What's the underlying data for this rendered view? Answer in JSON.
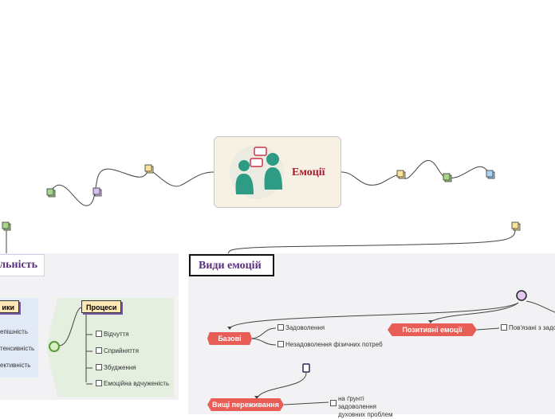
{
  "center": {
    "title": "Емоції"
  },
  "left_branch": {
    "title_fragment": "льність",
    "blue_group": {
      "title_fragment": "ики",
      "items": [
        "епішність",
        "тенсивність",
        "ективність"
      ]
    },
    "green_group": {
      "title": "Процеси",
      "items": [
        "Відчуття",
        "Сприйняття",
        "Збудження",
        "Емоційна вдчуженість"
      ]
    }
  },
  "right_branch": {
    "title": "Види емоцій",
    "nodes": {
      "bazovi": {
        "label": "Базові",
        "items": [
          "Задоволення",
          "Незадоволення фізичних потреб"
        ]
      },
      "pozytyvni": {
        "label": "Позитивні емоції",
        "items": [
          "Пов'язані з задо"
        ]
      },
      "vyshchi": {
        "label": "Вищі переживання",
        "items": [
          "на ґрунті задоволення духовних проблем"
        ]
      }
    }
  },
  "colors": {
    "pill": "#e85d55",
    "title_purple": "#5a2f7d",
    "center_red": "#a61b2e",
    "label_box_fill": "#fbe8b5",
    "panel_bg": "#f2f2f5",
    "green_panel": "#e4efdf",
    "blue_panel": "#e3eaf7"
  },
  "icons": [
    "person-chat-icon",
    "sticky-note-icon",
    "open-circle-icon",
    "checkbox-icon"
  ]
}
